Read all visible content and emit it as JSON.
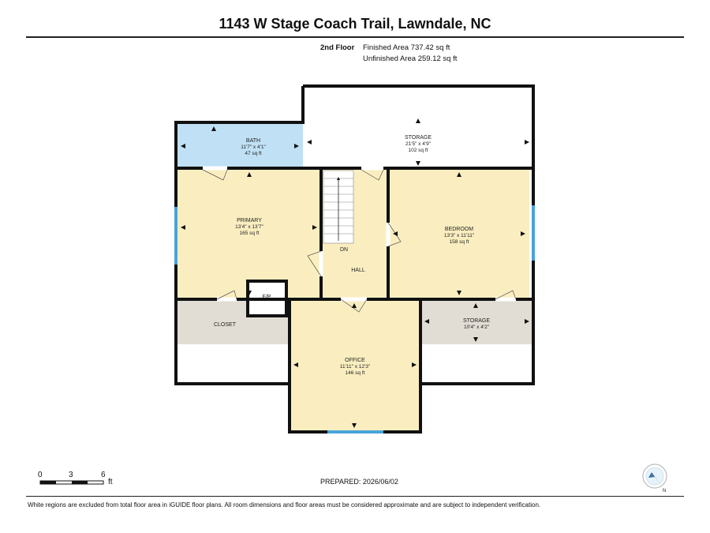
{
  "title": "1143 W Stage Coach Trail, Lawndale, NC",
  "floor": {
    "name": "2nd Floor",
    "finished_area": "Finished Area 737.42 sq ft",
    "unfinished_area": "Unfinished Area 259.12 sq ft"
  },
  "rooms": {
    "bath": {
      "name": "BATH",
      "dims": "11'7\" x 4'1\"",
      "area": "47 sq ft"
    },
    "storage_top": {
      "name": "STORAGE",
      "dims": "21'5\" x 4'9\"",
      "area": "102 sq ft"
    },
    "primary": {
      "name": "PRIMARY",
      "dims": "13'4\" x 13'7\"",
      "area": "165 sq ft"
    },
    "bedroom": {
      "name": "BEDROOM",
      "dims": "13'3\" x 11'11\"",
      "area": "158 sq ft"
    },
    "hall": {
      "name": "HALL"
    },
    "stairs": {
      "label": "DN"
    },
    "fp": {
      "name": "F/P"
    },
    "closet": {
      "name": "CLOSET"
    },
    "storage_right": {
      "name": "STORAGE",
      "dims": "10'4\" x 4'2\""
    },
    "office": {
      "name": "OFFICE",
      "dims": "11'11\" x 12'3\"",
      "area": "146 sq ft"
    }
  },
  "colors": {
    "bath": "#bfe0f5",
    "room": "#faeec0",
    "unfinished": "#e2ddd4",
    "wall": "#111111",
    "window": "#4aa3d9"
  },
  "scale": {
    "labels": [
      "0",
      "3",
      "6"
    ],
    "unit": "ft"
  },
  "prepared": "PREPARED: 2026/06/02",
  "footnote": "White regions are excluded from total floor area in iGUIDE floor plans. All room dimensions and floor areas must be considered approximate and are subject to independent verification.",
  "compass": {
    "label": "N"
  }
}
